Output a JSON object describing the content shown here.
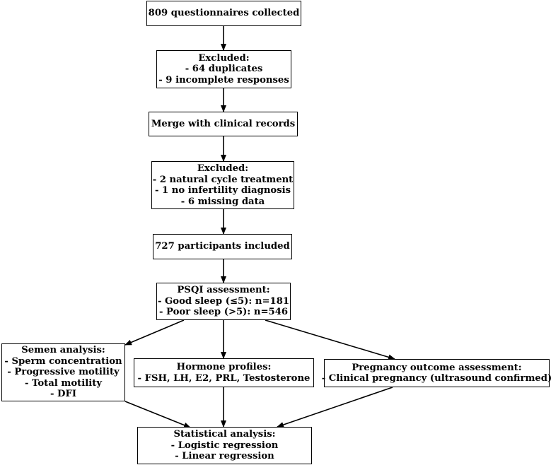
{
  "nodes": {
    "collected": {
      "lines": [
        "809 questionnaires collected"
      ]
    },
    "excluded1": {
      "lines": [
        "Excluded:",
        "- 64 duplicates",
        "- 9 incomplete responses"
      ]
    },
    "merge": {
      "lines": [
        "Merge with clinical records"
      ]
    },
    "excluded2": {
      "lines": [
        "Excluded:",
        "- 2 natural cycle treatment",
        "- 1 no infertility diagnosis",
        "- 6 missing data"
      ]
    },
    "included": {
      "lines": [
        "727 participants included"
      ]
    },
    "psqi": {
      "lines": [
        "PSQI assessment:",
        "- Good sleep (≤5): n=181",
        "- Poor sleep (>5): n=546"
      ]
    },
    "semen": {
      "lines": [
        "Semen analysis:",
        "- Sperm concentration",
        "- Progressive motility",
        "- Total motility",
        "- DFI"
      ]
    },
    "hormone": {
      "lines": [
        "Hormone profiles:",
        "- FSH, LH, E2, PRL, Testosterone"
      ]
    },
    "pregnancy": {
      "lines": [
        "Pregnancy outcome assessment:",
        "- Clinical pregnancy (ultrasound confirmed)"
      ]
    },
    "stats": {
      "lines": [
        "Statistical analysis:",
        "- Logistic regression",
        "- Linear regression"
      ]
    }
  }
}
